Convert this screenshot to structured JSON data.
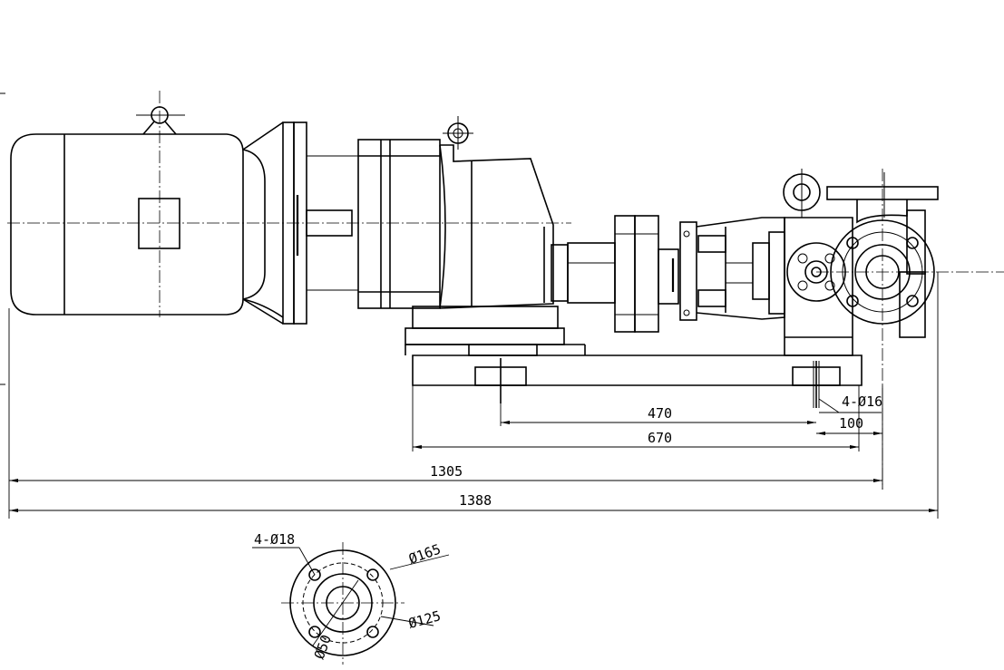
{
  "drawing": {
    "dimensions": {
      "d470": "470",
      "d670": "670",
      "d100": "100",
      "d1305": "1305",
      "d1388": "1388",
      "holes_base": "4-Ø16",
      "holes_flange": "4-Ø18",
      "dia_outer": "Ø165",
      "dia_pitch": "Ø125",
      "dia_bore": "Ø50"
    }
  }
}
